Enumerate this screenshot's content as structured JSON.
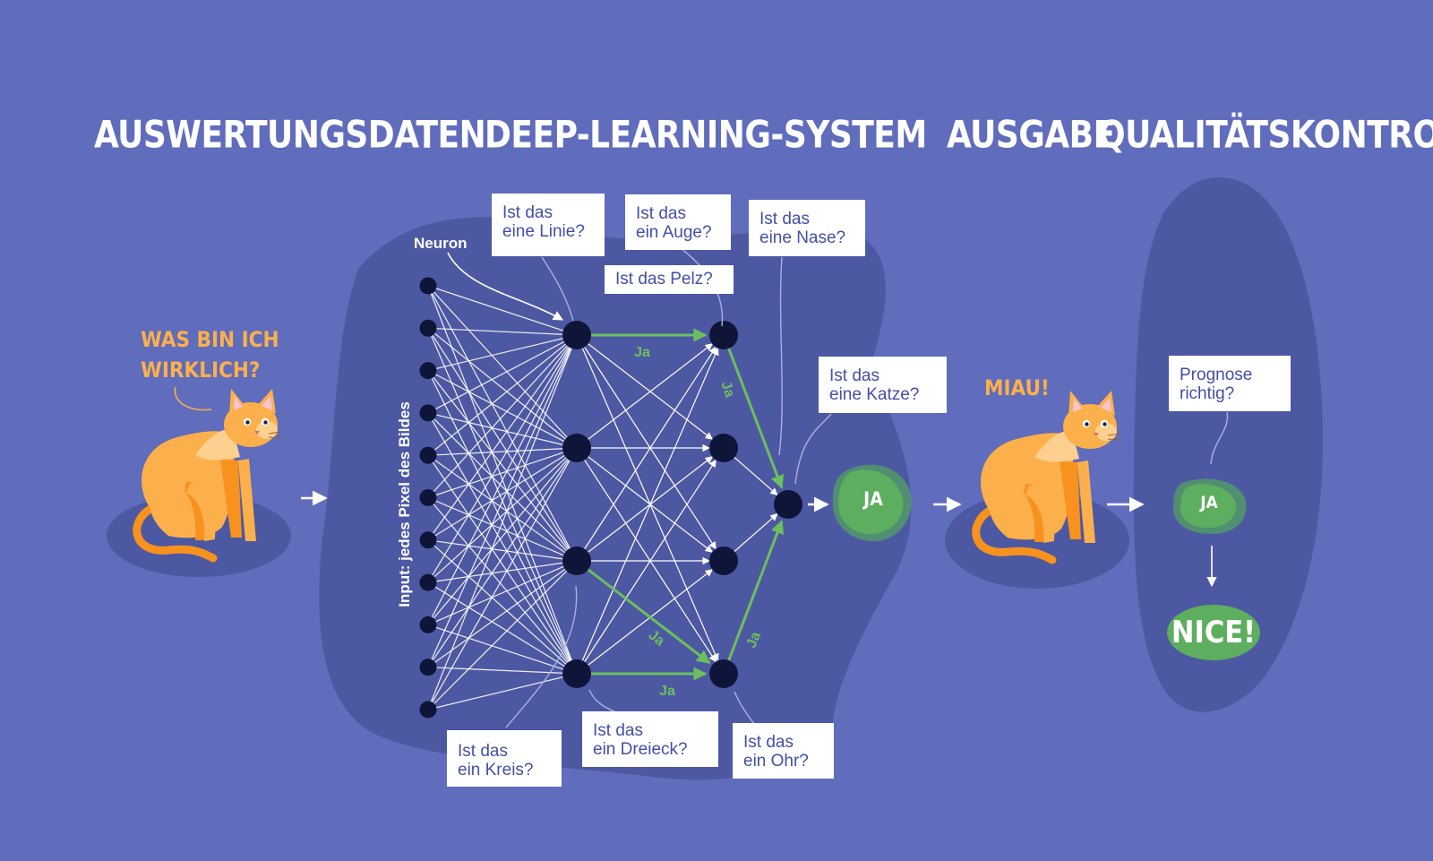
{
  "headings": {
    "evaluation_data": "AUSWERTUNGSDATEN",
    "deep_learning_system": "DEEP-LEARNING-SYSTEM",
    "output": "AUSGABE",
    "quality_control": "QUALITÄTSKONTROLLE"
  },
  "cat_question": {
    "line1": "WAS BIN ICH",
    "line2": "WIRKLICH?"
  },
  "cat_answer": "MIAU!",
  "neuron_label": "Neuron",
  "input_label": "Input: jedes Pixel des Bildes",
  "questions": {
    "line": {
      "line1": "Ist das",
      "line2": "eine Linie?"
    },
    "eye": {
      "line1": "Ist das",
      "line2": "ein Auge?"
    },
    "fur": {
      "line1": "Ist das Pelz?"
    },
    "nose": {
      "line1": "Ist das",
      "line2": "eine Nase?"
    },
    "cat": {
      "line1": "Ist das",
      "line2": "eine Katze?"
    },
    "circle": {
      "line1": "Ist das",
      "line2": "ein Kreis?"
    },
    "triangle": {
      "line1": "Ist das",
      "line2": "ein Dreieck?"
    },
    "ear": {
      "line1": "Ist das",
      "line2": "ein Ohr?"
    },
    "prediction": {
      "line1": "Prognose",
      "line2": "richtig?"
    }
  },
  "edge_yes_label": "Ja",
  "result_label": "JA",
  "qc_result_label": "JA",
  "final_label": "NICE!",
  "colors": {
    "background": "#606cbc",
    "panel": "#4d58a2",
    "node": "#0f1538",
    "accent_green": "#6cbf5e",
    "cat_orange": "#fbb04b",
    "cat_dark_orange": "#f7921e",
    "box_text": "#434fa6"
  }
}
